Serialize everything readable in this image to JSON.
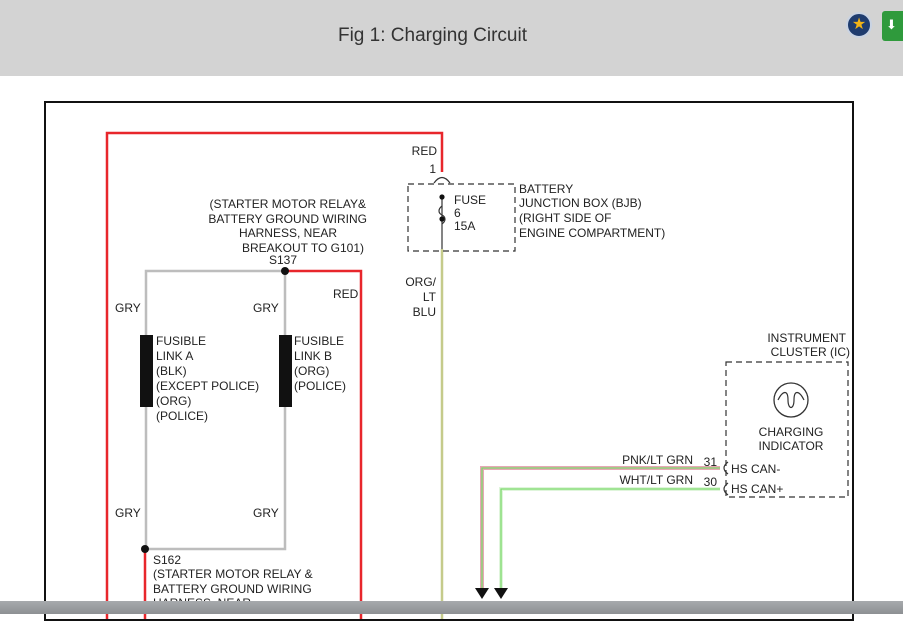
{
  "header": {
    "title": "Fig 1: Charging Circuit"
  },
  "icons": {
    "favorite": "star-icon",
    "action": "download-icon"
  },
  "colors": {
    "red_wire": "#e8262b",
    "gray_wire": "#bdbdbd",
    "org_lt_blu_wire": "#c5cb8b",
    "green_wire": "#7bd96a",
    "pink_wire": "#e7a7b5"
  },
  "diagram": {
    "red_top": "RED",
    "pin1": "1",
    "fuse": [
      "FUSE",
      "6",
      "15A"
    ],
    "bjb": [
      "BATTERY",
      "JUNCTION BOX (BJB)",
      "(RIGHT SIDE OF",
      "ENGINE COMPARTMENT)"
    ],
    "s137_desc": [
      "(STARTER MOTOR RELAY&",
      "BATTERY GROUND WIRING",
      "HARNESS, NEAR",
      "BREAKOUT TO G101)"
    ],
    "s137": "S137",
    "red_right": "RED",
    "org_lt_blu": [
      "ORG/",
      "LT",
      "BLU"
    ],
    "gry_1": "GRY",
    "gry_2": "GRY",
    "gry_3": "GRY",
    "gry_4": "GRY",
    "link_a": [
      "FUSIBLE",
      "LINK A",
      "(BLK)",
      "(EXCEPT POLICE)",
      "(ORG)",
      "(POLICE)"
    ],
    "link_b": [
      "FUSIBLE",
      "LINK B",
      "(ORG)",
      "(POLICE)"
    ],
    "ic": [
      "INSTRUMENT",
      "CLUSTER (IC)"
    ],
    "charging_indicator": [
      "CHARGING",
      "INDICATOR"
    ],
    "pnk_lt_grn": "PNK/LT GRN",
    "pin31": "31",
    "hs_can_minus": "HS CAN-",
    "wht_lt_grn": "WHT/LT GRN",
    "pin30": "30",
    "hs_can_plus": "HS CAN+",
    "s162": "S162",
    "s162_desc": [
      "(STARTER MOTOR RELAY &",
      "BATTERY GROUND WIRING",
      "HARNESS, NEAR"
    ]
  }
}
